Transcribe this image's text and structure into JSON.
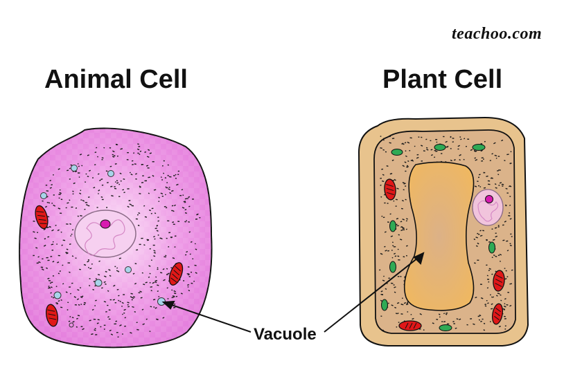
{
  "watermark": "teachoo.com",
  "animal_cell": {
    "title": "Animal Cell",
    "membrane_color": "#e77fe0",
    "nucleus_color": "#f4c8ee"
  },
  "plant_cell": {
    "title": "Plant Cell",
    "wall_color": "#e6c08a",
    "cytoplasm_color": "#dbb588",
    "vacuole_color": "#f0b964"
  },
  "vacuole_label": "Vacuole",
  "icons": {
    "mitochondria": "mitochondrion-icon",
    "chloroplast": "chloroplast-icon",
    "vacuole": "vacuole-icon"
  }
}
